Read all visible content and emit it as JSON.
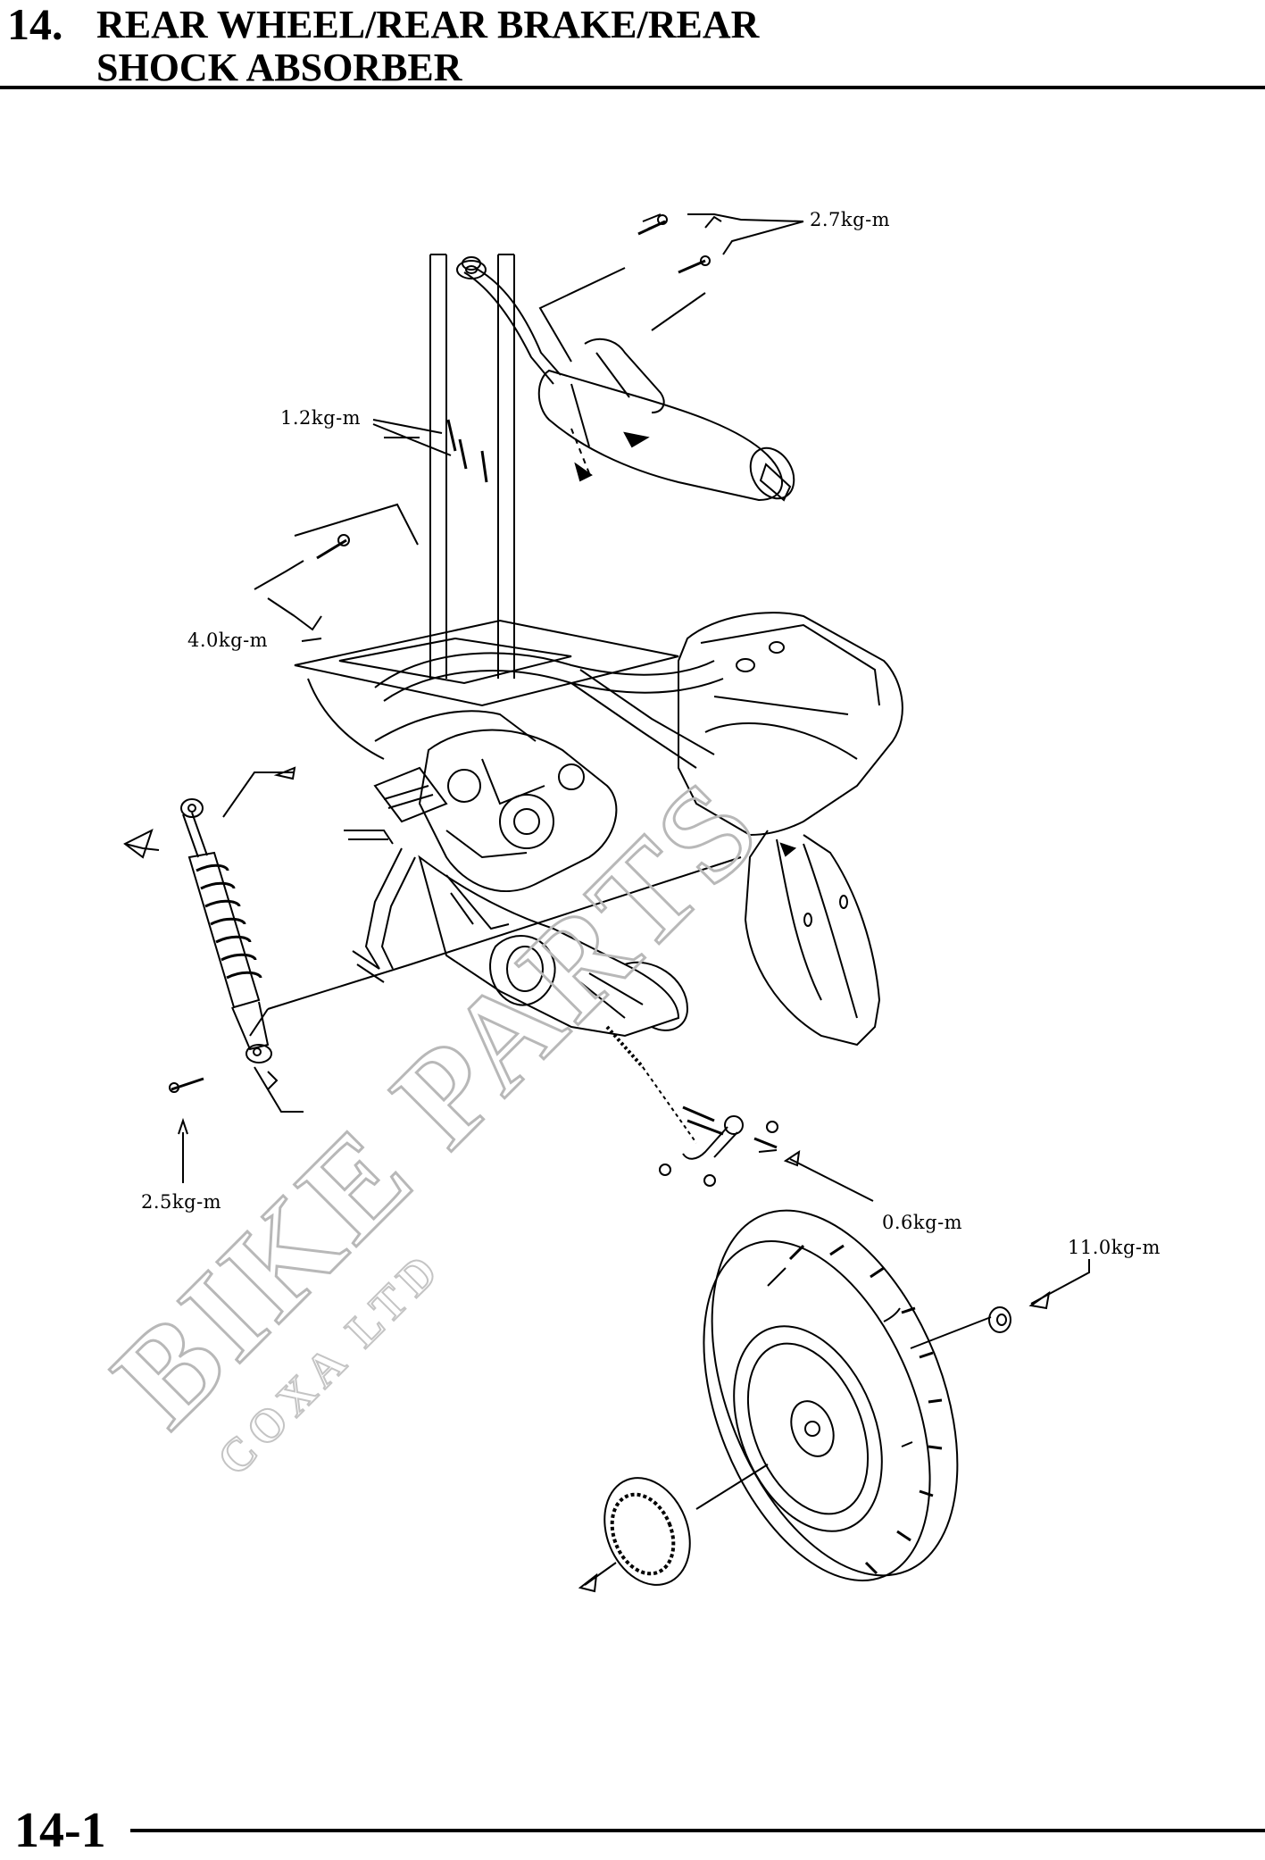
{
  "header": {
    "section_number": "14.",
    "title_line1": "REAR WHEEL/REAR BRAKE/REAR",
    "title_line2": "SHOCK ABSORBER"
  },
  "torques": {
    "t1": "2.7kg-m",
    "t2": "1.2kg-m",
    "t3": "4.0kg-m",
    "t4": "2.5kg-m",
    "t5": "0.6kg-m",
    "t6": "11.0kg-m"
  },
  "watermark": {
    "brand": "BIKE PARTS",
    "company": "COXA LTD"
  },
  "footer": {
    "page_number": "14-1"
  }
}
